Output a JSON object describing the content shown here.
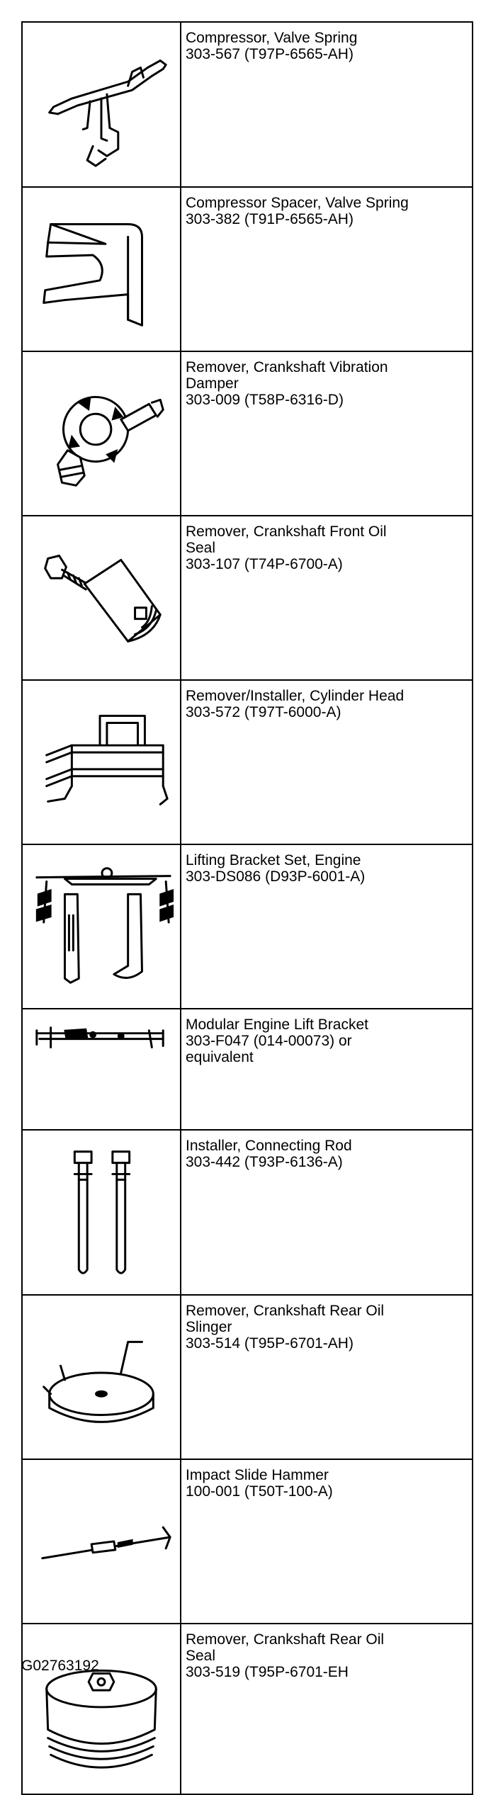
{
  "tools": [
    {
      "icon": "valve-spring-compressor-icon",
      "lines": [
        "Compressor, Valve Spring",
        "303-567 (T97P-6565-AH)"
      ]
    },
    {
      "icon": "valve-spring-spacer-icon",
      "lines": [
        "Compressor Spacer, Valve Spring",
        "303-382 (T91P-6565-AH)"
      ]
    },
    {
      "icon": "vibration-damper-remover-icon",
      "lines": [
        "Remover, Crankshaft Vibration",
        "Damper",
        "303-009 (T58P-6316-D)"
      ]
    },
    {
      "icon": "front-oil-seal-remover-icon",
      "lines": [
        "Remover, Crankshaft Front Oil",
        "Seal",
        "303-107 (T74P-6700-A)"
      ]
    },
    {
      "icon": "cylinder-head-installer-icon",
      "lines": [
        "Remover/Installer, Cylinder Head",
        "303-572 (T97T-6000-A)"
      ]
    },
    {
      "icon": "lifting-bracket-icon",
      "lines": [
        "Lifting Bracket Set, Engine",
        "303-DS086 (D93P-6001-A)"
      ]
    },
    {
      "icon": "engine-lift-bracket-icon",
      "lines": [
        "Modular Engine Lift Bracket",
        "303-F047 (014-00073) or",
        "equivalent"
      ]
    },
    {
      "icon": "connecting-rod-installer-icon",
      "lines": [
        "Installer, Connecting Rod",
        "303-442 (T93P-6136-A)"
      ]
    },
    {
      "icon": "rear-oil-slinger-remover-icon",
      "lines": [
        "Remover, Crankshaft Rear Oil",
        "Slinger",
        "303-514 (T95P-6701-AH)"
      ]
    },
    {
      "icon": "slide-hammer-icon",
      "lines": [
        "Impact Slide Hammer",
        "100-001 (T50T-100-A)"
      ]
    },
    {
      "icon": "rear-oil-seal-remover-icon",
      "lines": [
        "Remover, Crankshaft Rear Oil",
        "Seal",
        "303-519 (T95P-6701-EH"
      ]
    }
  ],
  "figure_id": "G02763192"
}
